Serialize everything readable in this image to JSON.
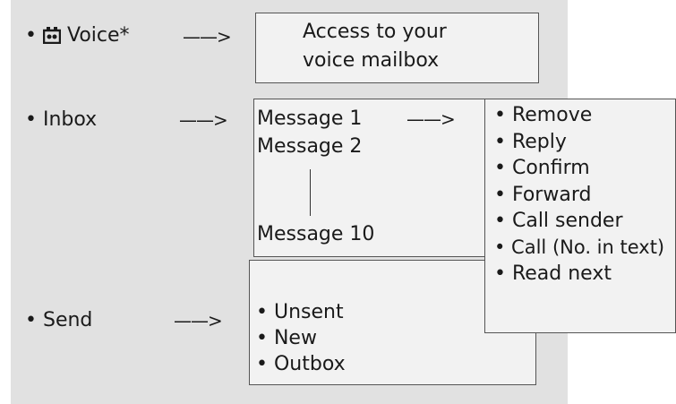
{
  "menu": {
    "voice": {
      "bullet": "•",
      "label": "Voice*",
      "icon": "voicemail-icon"
    },
    "inbox": {
      "bullet": "•",
      "label": "Inbox"
    },
    "send": {
      "bullet": "•",
      "label": "Send"
    }
  },
  "arrow": "——>",
  "voice_box": {
    "line1": "Access to your",
    "line2": "voice mailbox"
  },
  "messages": {
    "first": "Message 1",
    "second": "Message 2",
    "last": "Message 10"
  },
  "message_options": [
    "• Remove",
    "• Reply",
    "• Confirm",
    "• Forward",
    "• Call sender",
    "• Call (No. in text)",
    "• Read next"
  ],
  "send_options": [
    "• Unsent",
    "• New",
    "• Outbox"
  ]
}
